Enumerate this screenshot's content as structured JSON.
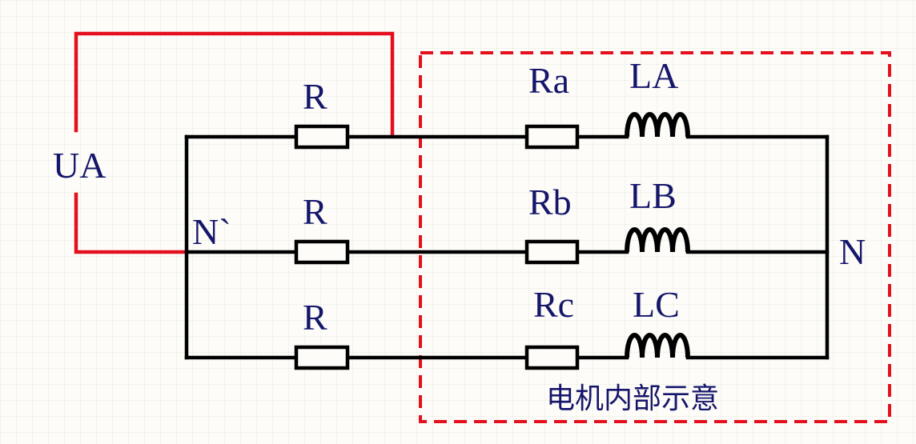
{
  "labels": {
    "source": "UA",
    "n_prime": "N`",
    "n": "N",
    "r_top": "R",
    "r_mid": "R",
    "r_bot": "R",
    "ra": "Ra",
    "rb": "Rb",
    "rc": "Rc",
    "la": "LA",
    "lb": "LB",
    "lc": "LC",
    "caption": "电机内部示意"
  },
  "colors": {
    "wire": "#000000",
    "source_wire": "#e4101e",
    "boundary": "#e4101e",
    "text": "#15166b"
  }
}
